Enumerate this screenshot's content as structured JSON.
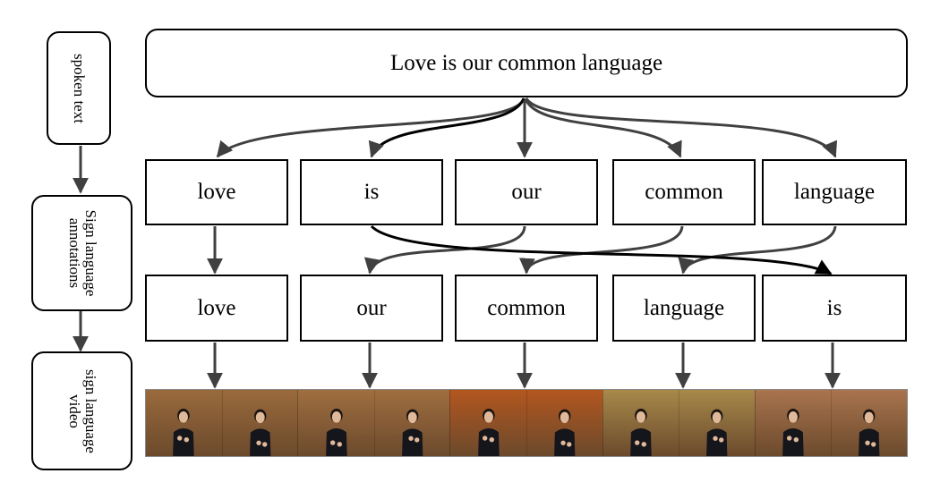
{
  "stages": [
    {
      "id": "spoken",
      "label": "spoken text"
    },
    {
      "id": "annotations",
      "label": "Sign language annotations"
    },
    {
      "id": "video",
      "label": "sign language video"
    }
  ],
  "sentence": "Love is our common language",
  "annotations": [
    "love",
    "is",
    "our",
    "common",
    "language"
  ],
  "reordered": [
    "love",
    "our",
    "common",
    "language",
    "is"
  ],
  "video_clips": [
    {
      "word": "love",
      "bg": "#9a6a3c"
    },
    {
      "word": "our",
      "bg": "#a06e40"
    },
    {
      "word": "common",
      "bg": "#b3561f"
    },
    {
      "word": "language",
      "bg": "#a7894a"
    },
    {
      "word": "is",
      "bg": "#a9744e"
    }
  ],
  "colors": {
    "arrow": "#404040",
    "border": "#000000",
    "shirt": "#15151c",
    "skin": "#e0b89a"
  }
}
